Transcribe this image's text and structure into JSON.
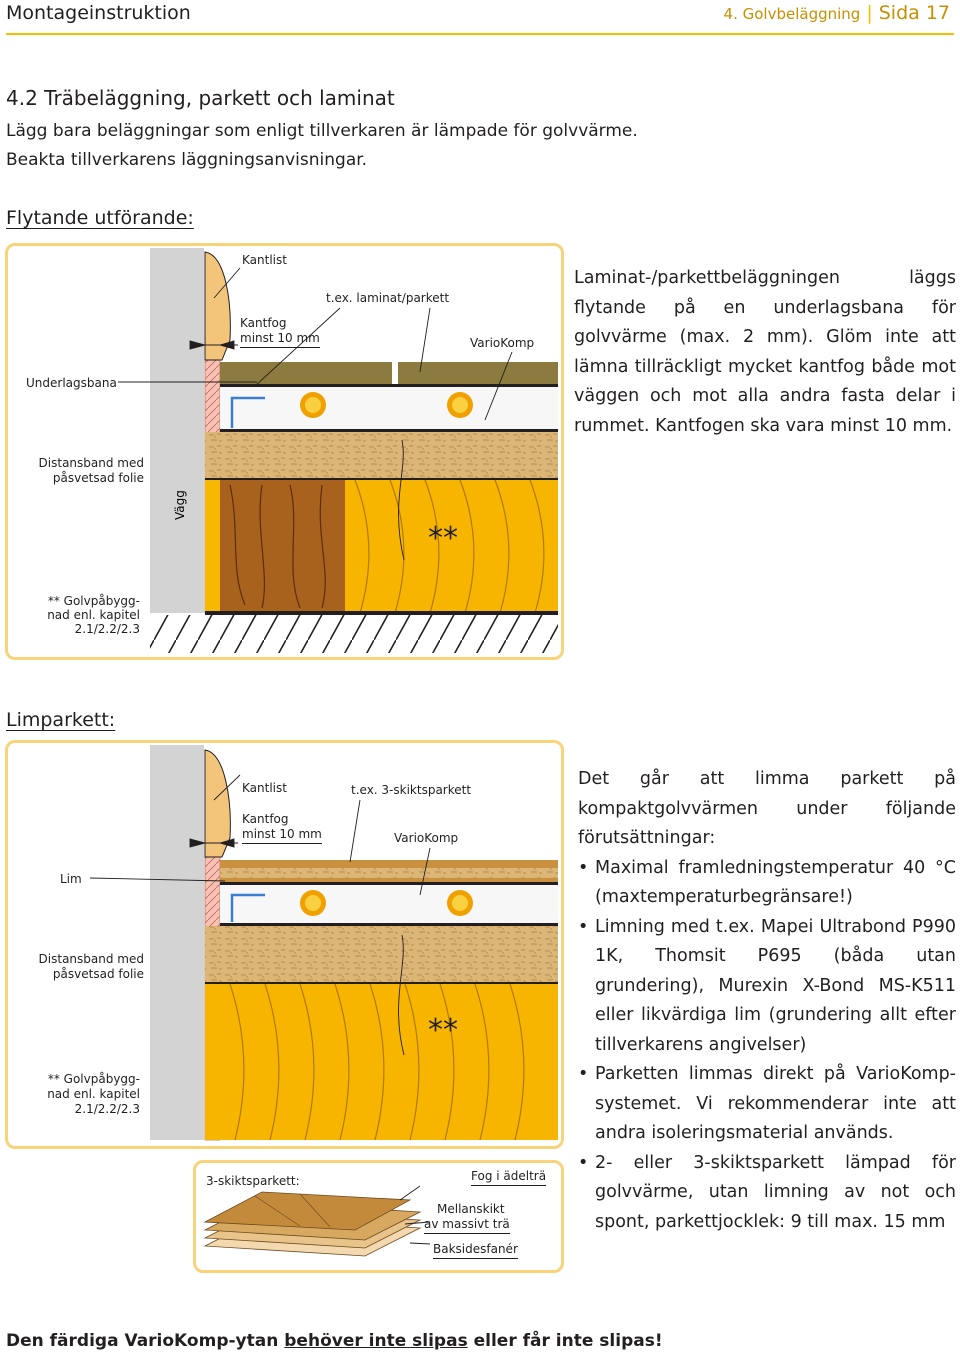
{
  "header": {
    "left": "Montageinstruktion",
    "section": "4. Golvbeläggning",
    "page": "Sida 17"
  },
  "section_title": "4.2 Träbeläggning, parkett och laminat",
  "intro": [
    "Lägg bara beläggningar som enligt tillverkaren är lämpade för golvvärme.",
    "Beakta tillverkarens läggningsanvisningar."
  ],
  "floating": {
    "heading": "Flytande utförande:",
    "labels": {
      "kantlist": "Kantlist",
      "kantfog": "Kantfog",
      "kantfog_min": "minst 10 mm",
      "laminat": "t.ex. laminat/parkett",
      "variokomp": "VarioKomp",
      "underlag": "Underlagsbana",
      "distans1": "Distansband med",
      "distans2": "påsvetsad folie",
      "vagg": "Vägg",
      "stars": "**",
      "golv1": "** Golvpåbygg-",
      "golv2": "nad enl. kapitel",
      "golv3": "2.1/2.2/2.3"
    },
    "text": "Laminat-/parkettbeläggningen läggs flytande på en underlagsbana för golvvärme (max. 2 mm). Glöm inte att lämna tillräckligt mycket kantfog både mot väggen och mot alla andra fasta delar i rummet. Kantfogen ska vara minst 10 mm."
  },
  "glued": {
    "heading": "Limparkett:",
    "labels": {
      "kantlist": "Kantlist",
      "kantfog": "Kantfog",
      "kantfog_min": "minst 10 mm",
      "parkett": "t.ex. 3-skiktsparkett",
      "variokomp": "VarioKomp",
      "lim": "Lim",
      "distans1": "Distansband med",
      "distans2": "påsvetsad folie",
      "stars": "**",
      "golv1": "** Golvpåbygg-",
      "golv2": "nad enl. kapitel",
      "golv3": "2.1/2.2/2.3",
      "treskikt": "3-skiktsparkett:",
      "fog": "Fog i ädelträ",
      "mellan1": "Mellanskikt",
      "mellan2": "av massivt trä",
      "baksida": "Baksidesfanér"
    },
    "intro": "Det går att limma parkett på kompaktgolvvärmen under följande förutsättningar:",
    "bullets": [
      "Maximal framledningstemperatur 40 °C (maxtemperaturbegränsare!)",
      "Limning med t.ex. Mapei Ultrabond P990 1K, Thomsit P695 (båda utan grundering), Murexin X-Bond MS-K511 eller likvärdiga lim (grundering allt efter tillverkarens angivelser)",
      "Parketten limmas direkt på VarioKomp-systemet. Vi rekommenderar inte att andra isoleringsmaterial används.",
      "2- eller 3-skiktsparkett lämpad för golvvärme, utan limning av not och spont, parkettjocklek: 9 till max. 15 mm"
    ]
  },
  "footer": {
    "pre": "Den färdiga VarioKomp-ytan ",
    "underlined": "behöver inte slipas",
    "post": " eller får inte slipas!"
  },
  "colors": {
    "accent": "#f3c000",
    "frame": "#f8d37a",
    "osb": "#d9b070",
    "insulation": "#f7b500",
    "wall": "#d4d4d4",
    "laminate": "#8a7a3c",
    "timber": "#b06820",
    "pipe": "#e88a00",
    "edge_strip": "#f4b8a8"
  }
}
